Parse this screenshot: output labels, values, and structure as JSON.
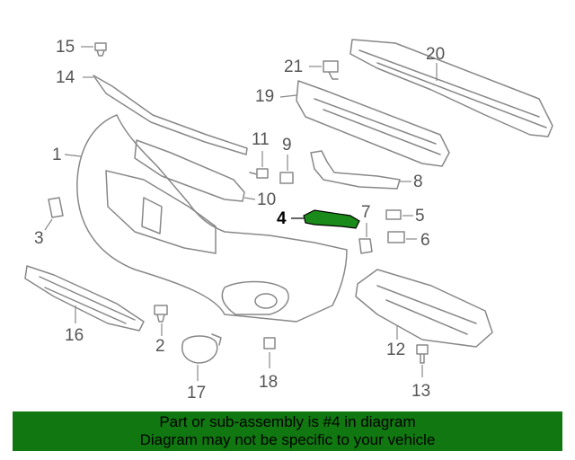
{
  "callouts": {
    "c1": "1",
    "c2": "2",
    "c3": "3",
    "c4": "4",
    "c5": "5",
    "c6": "6",
    "c7": "7",
    "c8": "8",
    "c9": "9",
    "c10": "10",
    "c11": "11",
    "c12": "12",
    "c13": "13",
    "c14": "14",
    "c15": "15",
    "c16": "16",
    "c17": "17",
    "c18": "18",
    "c19": "19",
    "c20": "20",
    "c21": "21"
  },
  "highlight": {
    "part": "4",
    "color": "#1a8a1a"
  },
  "banner": {
    "line1": "Part or sub-assembly is #4 in diagram",
    "line2": "Diagram may not be specific to your vehicle",
    "color": "#117711"
  }
}
